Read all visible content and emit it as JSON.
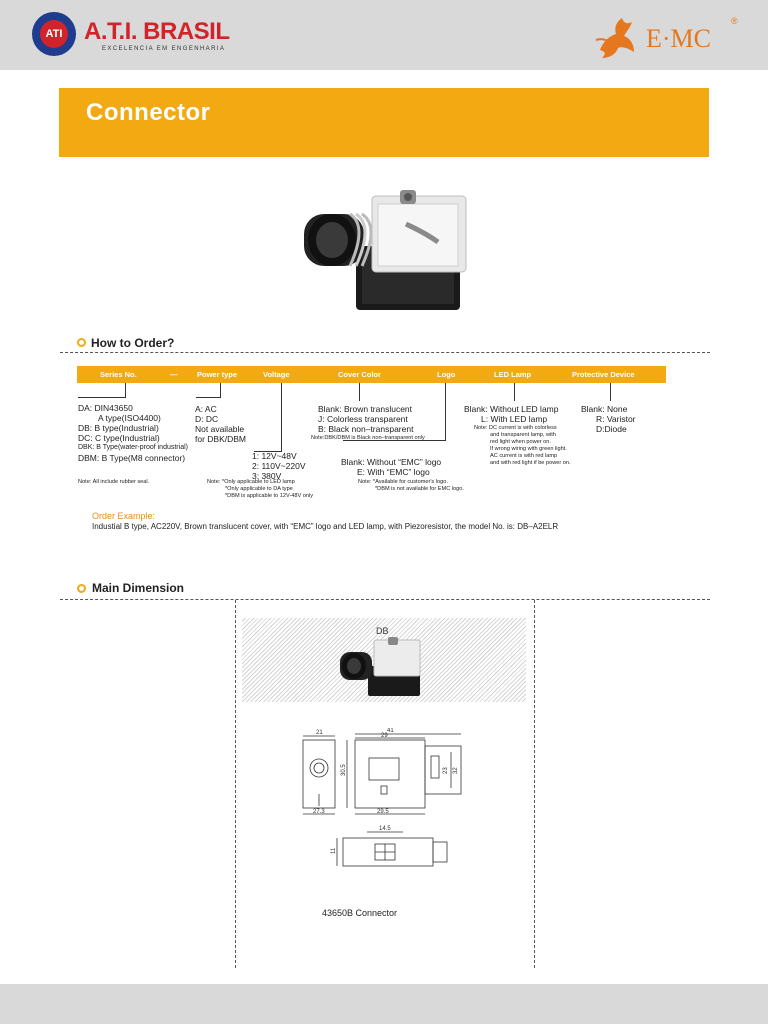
{
  "header": {
    "ati_logo_text": "ATI",
    "ati_name": "A.T.I. BRASIL",
    "ati_tagline": "EXCELENCIA EM ENGENHARIA",
    "emc_name": "E·MC",
    "emc_reg": "®"
  },
  "banner": {
    "title": "Connector"
  },
  "how_to_order": {
    "heading": "How to Order?",
    "bar": [
      "Series No.",
      "—",
      "Power type",
      "Voltage",
      "Cover Color",
      "Logo",
      "LED Lamp",
      "Protective Device"
    ],
    "series": [
      "DA: DIN43650",
      "A type(ISO4400)",
      "DB: B type(Industrial)",
      "DC: C type(Industrial)",
      "DBK: B Type(water-proof industrial)",
      "DBM: B Type(M8 connector)"
    ],
    "series_note": "Note: All include rubber seal.",
    "power": [
      "A: AC",
      "D: DC",
      "Not available",
      "for DBK/DBM"
    ],
    "voltage": [
      "1: 12V~48V",
      "2: 110V~220V",
      "3: 380V"
    ],
    "voltage_note": [
      "Note: *Only applicable to LED lamp",
      "*Only applicable to DA type",
      "*DBM is applicable to 12V-48V only"
    ],
    "cover": [
      "Blank: Brown translucent",
      "J: Colorless transparent",
      "B: Black non–transparent"
    ],
    "cover_note": "Note:DBK/DBM is Black non–transparent only",
    "logo": [
      "Blank: Without “EMC” logo",
      "E: With “EMC” logo"
    ],
    "logo_note": [
      "Note: *Available for customer's logo.",
      "*DBM is not available for EMC logo."
    ],
    "led": [
      "Blank: Without LED lamp",
      "L: With LED lamp"
    ],
    "led_note": [
      "Note: DC current is with colorless",
      "and transparent lamp, with",
      "red light when power on.",
      "If wrong wiring with green light.",
      "AC current is with red lamp",
      "and with red light if be power on."
    ],
    "protective": [
      "Blank: None",
      "R: Varistor",
      "D:Diode"
    ],
    "example_title": "Order Example:",
    "example_text": "Industial B type, AC220V, Brown translucent cover, with “EMC” logo and LED lamp, with Piezoresistor, the model No. is:  DB–A2ELR"
  },
  "main_dimension": {
    "heading": "Main Dimension",
    "panel_label": "DB",
    "dims": [
      "21",
      "41",
      "29",
      "30.5",
      "32",
      "23",
      "27.3",
      "29.5",
      "14.5",
      "11"
    ],
    "caption": "43650B Connector"
  },
  "colors": {
    "accent": "#f3aa12",
    "ati_red": "#d3232a",
    "ati_blue": "#1f3c8f",
    "emc_orange": "#e5771e"
  }
}
